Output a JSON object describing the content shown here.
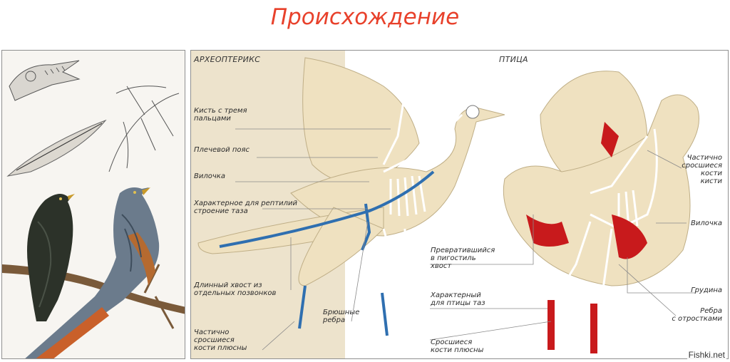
{
  "title": "Происхождение",
  "headers": {
    "left": "АРХЕОПТЕРИКС",
    "right": "ПТИЦА"
  },
  "labels_archaeopteryx": [
    "Кисть с тремя\nпальцами",
    "Плечевой пояс",
    "Вилочка",
    "Характерное для рептилий\nстроение таза",
    "Длинный хвост из\nотдельных позвонков",
    "Брюшные\nребра",
    "Частично\nсросшиеся\nкости плюсны"
  ],
  "labels_bird": [
    "Превратившийся\nв пигостиль\nхвост",
    "Характерный\nдля птицы таз",
    "Сросшиеся\nкости плюсны",
    "Частично\nсросшиеся\nкости\nкисти",
    "Вилочка",
    "Грудина",
    "Ребра\nс отростками"
  ],
  "watermark": "Fishki.net",
  "colors": {
    "title": "#e8412b",
    "body_fill": "#efe1c0",
    "column_fill": "#ede3cc",
    "bone": "#ffffff",
    "reptile_bones": "#2f6fb0",
    "bird_bones": "#c81a1c"
  }
}
